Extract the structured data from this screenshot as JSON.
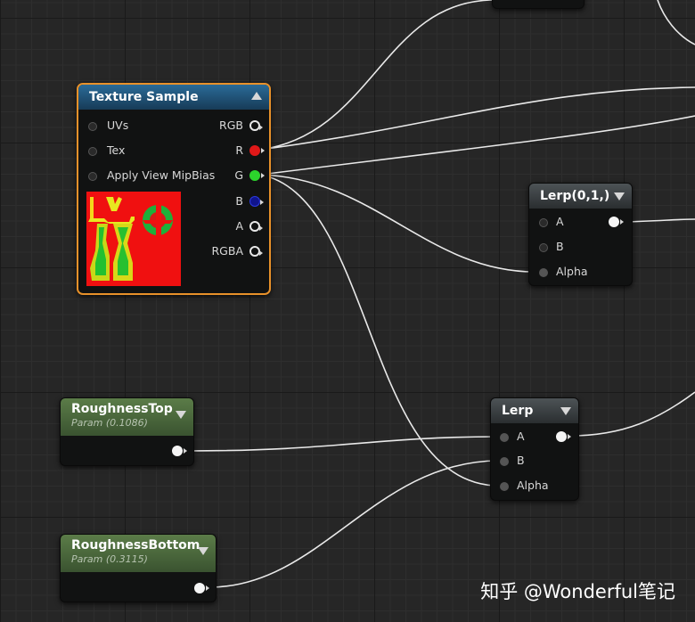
{
  "texture_sample": {
    "title": "Texture Sample",
    "inputs": [
      "UVs",
      "Tex",
      "Apply View MipBias"
    ],
    "outputs": [
      "RGB",
      "R",
      "G",
      "B",
      "A",
      "RGBA"
    ]
  },
  "lerp_01": {
    "title": "Lerp(0,1,)",
    "inputs": [
      "A",
      "B",
      "Alpha"
    ]
  },
  "lerp": {
    "title": "Lerp",
    "inputs": [
      "A",
      "B",
      "Alpha"
    ]
  },
  "roughness_top": {
    "title": "RoughnessTop",
    "subtitle": "Param (0.1086)"
  },
  "roughness_bottom": {
    "title": "RoughnessBottom",
    "subtitle": "Param (0.3115)"
  },
  "watermark": "知乎 @Wonderful笔记",
  "colors": {
    "r_pin": "#e01818",
    "g_pin": "#2cd42c",
    "b_pin": "#10148c",
    "selection": "#e8912a"
  }
}
